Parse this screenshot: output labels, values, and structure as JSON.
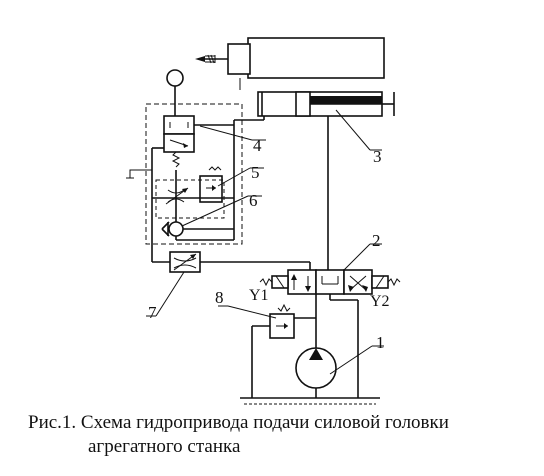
{
  "caption": {
    "line1": "Рис.1. Схема гидропривода подачи силовой головки",
    "line2": "агрегатного станка"
  },
  "labels": {
    "l1": "1",
    "l2": "2",
    "l3": "3",
    "l4": "4",
    "l5": "5",
    "l6": "6",
    "l7": "7",
    "l8": "8",
    "y1": "Y1",
    "y2": "Y2"
  }
}
